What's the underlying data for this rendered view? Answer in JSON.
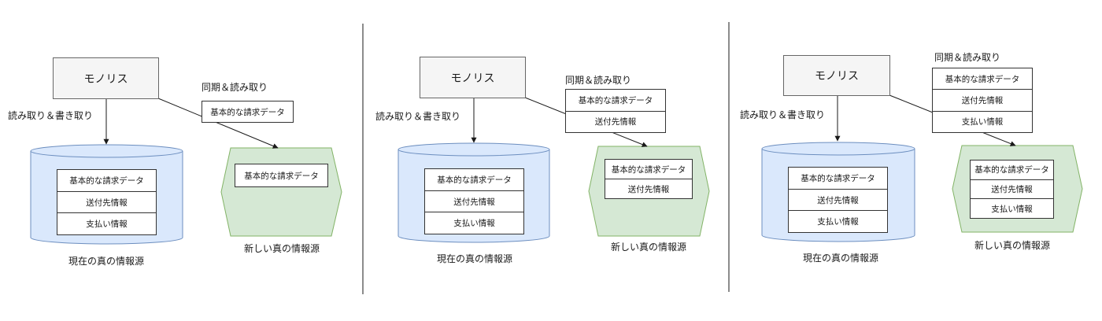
{
  "diagram": {
    "colors": {
      "monolith_fill": "#f5f5f5",
      "monolith_stroke": "#666666",
      "current_store_fill": "#dae8fc",
      "current_store_stroke": "#6c8ebf",
      "new_store_fill": "#d5e8d4",
      "new_store_stroke": "#82b366"
    },
    "panels": [
      {
        "step": 1,
        "monolith_label": "モノリス",
        "rw_label": "読み取り＆書き取り",
        "sync_label": "同期＆読み取り",
        "sync_items": [
          "基本的な請求データ"
        ],
        "current_store": {
          "items": [
            "基本的な請求データ",
            "送付先情報",
            "支払い情報"
          ],
          "caption": "現在の真の情報源"
        },
        "new_store": {
          "items": [
            "基本的な請求データ"
          ],
          "caption": "新しい真の情報源"
        }
      },
      {
        "step": 2,
        "monolith_label": "モノリス",
        "rw_label": "読み取り＆書き取り",
        "sync_label": "同期＆読み取り",
        "sync_items": [
          "基本的な請求データ",
          "送付先情報"
        ],
        "current_store": {
          "items": [
            "基本的な請求データ",
            "送付先情報",
            "支払い情報"
          ],
          "caption": "現在の真の情報源"
        },
        "new_store": {
          "items": [
            "基本的な請求データ",
            "送付先情報"
          ],
          "caption": "新しい真の情報源"
        }
      },
      {
        "step": 3,
        "monolith_label": "モノリス",
        "rw_label": "読み取り＆書き取り",
        "sync_label": "同期＆読み取り",
        "sync_items": [
          "基本的な請求データ",
          "送付先情報",
          "支払い情報"
        ],
        "current_store": {
          "items": [
            "基本的な請求データ",
            "送付先情報",
            "支払い情報"
          ],
          "caption": "現在の真の情報源"
        },
        "new_store": {
          "items": [
            "基本的な請求データ",
            "送付先情報",
            "支払い情報"
          ],
          "caption": "新しい真の情報源"
        }
      }
    ]
  }
}
